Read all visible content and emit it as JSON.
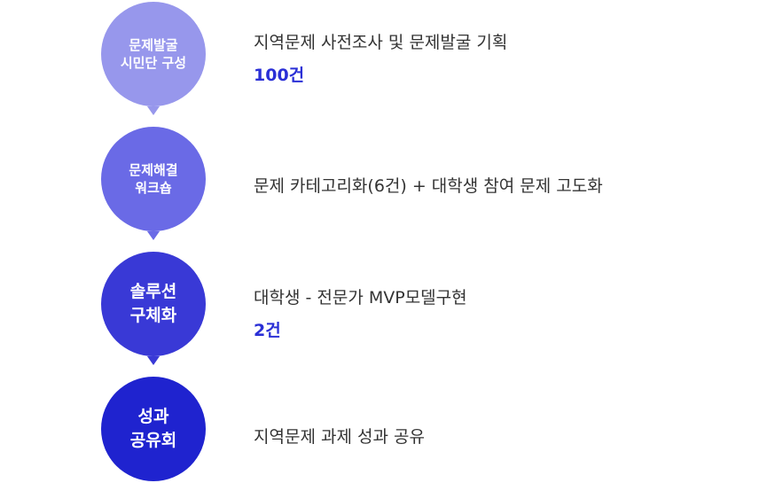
{
  "steps": [
    {
      "label": "문제발굴\n시민단 구성",
      "color": "#9797ec",
      "description": "지역문제 사전조사 및 문제발굴 기획",
      "count": "100건"
    },
    {
      "label": "문제해결\n워크숍",
      "color": "#6a6ae6",
      "description": "문제 카테고리화(6건) + 대학생 참여 문제 고도화",
      "count": ""
    },
    {
      "label": "솔루션\n구체화",
      "color": "#3939d6",
      "description": "대학생 - 전문가 MVP모델구현",
      "count": "2건"
    },
    {
      "label": "성과\n공유회",
      "color": "#1f23cf",
      "description": "지역문제 과제 성과 공유",
      "count": ""
    }
  ],
  "accent_color": "#2a2fd6"
}
